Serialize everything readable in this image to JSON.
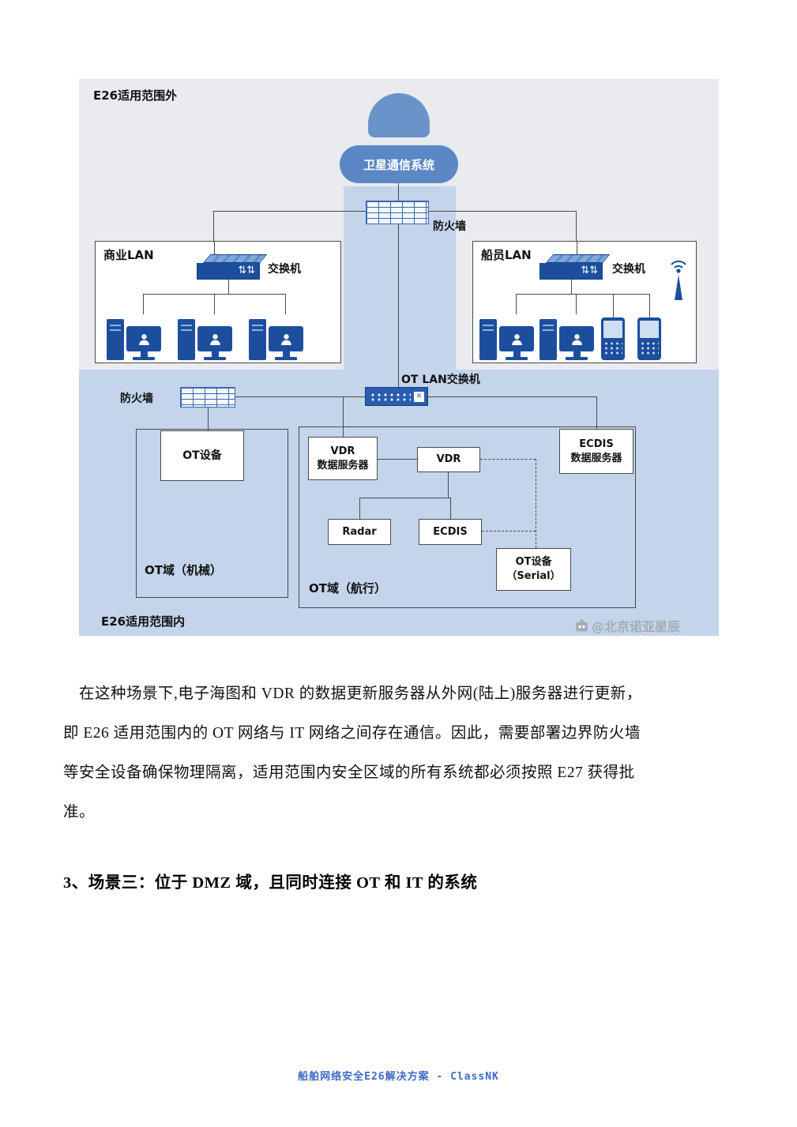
{
  "diagram": {
    "zones": {
      "outside_label": "E26适用范围外",
      "inside_label": "E26适用范围内"
    },
    "satellite_system_label": "卫星通信系统",
    "firewall_top_label": "防火墙",
    "firewall_bottom_label": "防火墙",
    "business_lan": {
      "title": "商业LAN",
      "switch_label": "交换机"
    },
    "crew_lan": {
      "title": "船员LAN",
      "switch_label": "交换机"
    },
    "ot_lan_switch_label": "OT LAN交换机",
    "ot_mech": {
      "device": "OT设备",
      "zone_label": "OT域（机械）"
    },
    "ot_nav": {
      "zone_label": "OT域（航行）",
      "vdr_server": "VDR\n数据服务器",
      "vdr": "VDR",
      "ecdis_server": "ECDIS\n数据服务器",
      "radar": "Radar",
      "ecdis": "ECDIS",
      "ot_serial": "OT设备\n（Serial）"
    },
    "watermark": "@北京诺亚星辰",
    "colors": {
      "accent_blue": "#5b87c5",
      "device_blue": "#1d4e9e",
      "zone_outside_bg": "#e9ebee",
      "zone_inside_bg": "#c3d4eb"
    }
  },
  "document": {
    "paragraph": {
      "lines": [
        "在这种场景下,电子海图和 VDR 的数据更新服务器从外网(陆上)服务器进行更新，",
        "即 E26 适用范围内的 OT 网络与 IT 网络之间存在通信。因此，需要部署边界防火墙",
        "等安全设备确保物理隔离，适用范围内安全区域的所有系统都必须按照 E27 获得批",
        "准。"
      ]
    },
    "heading": "3、场景三：位于 DMZ 域，且同时连接 OT 和 IT 的系统",
    "footer": "船舶网络安全E26解决方案 - ClassNK"
  }
}
